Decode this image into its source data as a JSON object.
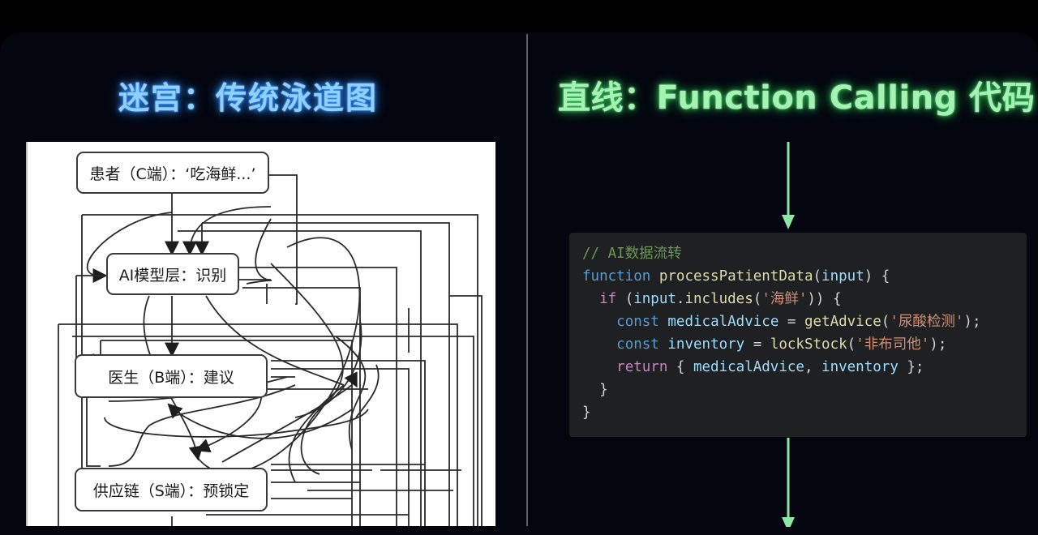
{
  "left_panel": {
    "title": "迷宫：传统泳道图",
    "title_color": "#8fd0ff",
    "nodes": [
      {
        "id": "patient",
        "label": "患者（C端）：‘吃海鲜...’"
      },
      {
        "id": "ai",
        "label": "AI模型层：识别"
      },
      {
        "id": "doctor",
        "label": "医生（B端）：建议"
      },
      {
        "id": "supply",
        "label": "供应链（S端）：预锁定"
      }
    ]
  },
  "right_panel": {
    "title": "直线：Function Calling 代码",
    "title_color": "#a6f2b2",
    "arrow_color": "#8ee6a4",
    "code": {
      "comment": "// AI数据流转",
      "line2": {
        "kw": "function",
        "fn": "processPatientData",
        "open": "(",
        "param": "input",
        "close": ") {"
      },
      "line3": {
        "kw": "if",
        "open": " (",
        "obj": "input",
        "dot": ".",
        "method": "includes",
        "p": "(",
        "str": "'海鲜'",
        "close": ")) {"
      },
      "line4": {
        "kw": "const",
        "var": "medicalAdvice",
        "eq": " = ",
        "fn": "getAdvice",
        "p": "(",
        "str": "'尿酸检测'",
        "close": ");"
      },
      "line5": {
        "kw": "const",
        "var": "inventory",
        "eq": " = ",
        "fn": "lockStock",
        "p": "(",
        "str": "'非布司他'",
        "close": ");"
      },
      "line6": {
        "kw": "return",
        "open": " { ",
        "v1": "medicalAdvice",
        "comma": ", ",
        "v2": "inventory",
        "close": " };"
      },
      "line7": "}",
      "line8": "}"
    }
  }
}
